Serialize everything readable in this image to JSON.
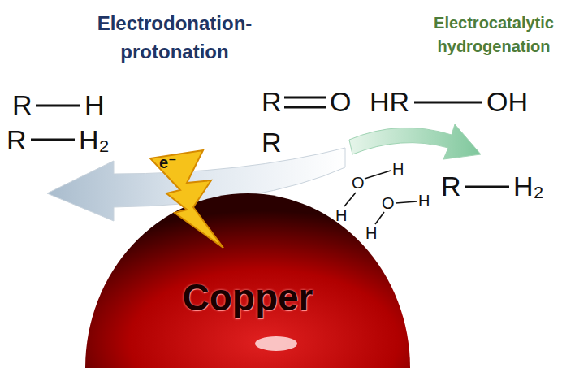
{
  "diagram": {
    "nodes": [
      {
        "text": [
          "Copper"
        ]
      },
      {
        "text": [
          "e⁻"
        ]
      }
    ],
    "labels": [
      "Electrodonation- protonation",
      "Electrocatalytic hydrogenation",
      "R",
      "H",
      "R",
      "H₂",
      "R",
      "O",
      "R",
      "HR",
      "OH",
      "R",
      "H₂",
      "O",
      "H",
      "H",
      "O",
      "H",
      "H"
    ]
  }
}
